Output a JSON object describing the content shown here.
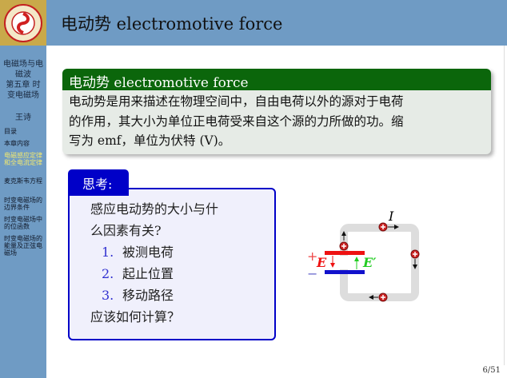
{
  "logo": {
    "text": "辽宁工程技术大学 L.N TECHNICAL UNIVERSITY"
  },
  "header": {
    "title": "电动势 electromotive force"
  },
  "sidebar": {
    "course": "电磁场与电磁波",
    "chapter": "第五章 时变电磁场",
    "author": "王诗",
    "items": [
      {
        "label": "目录"
      },
      {
        "label": "本章内容"
      },
      {
        "label": "电磁感应定律和全电流定律",
        "active": true
      },
      {
        "label": "麦克斯韦方程"
      },
      {
        "label": "时变电磁场的边界条件"
      },
      {
        "label": "时变电磁场中的位函数"
      },
      {
        "label": "时变电磁场的能量及正弦电磁场"
      }
    ]
  },
  "definition": {
    "title": "电动势 electromotive force",
    "lines": [
      "电动势是用来描述在物理空间中，自由电荷以外的源对于电荷",
      "的作用，其大小为单位正电荷受来自这个源的力所做的功。缩",
      "写为 emf，单位为伏特 (V)。"
    ]
  },
  "think": {
    "title": "思考:",
    "question_lines": [
      "感应电动势的大小与什",
      "么因素有关?"
    ],
    "items": [
      {
        "num": "1.",
        "text": "被测电荷"
      },
      {
        "num": "2.",
        "text": "起止位置"
      },
      {
        "num": "3.",
        "text": "移动路径"
      }
    ],
    "closing": "应该如何计算？"
  },
  "diagram": {
    "current_label": "I",
    "plus": "+",
    "minus": "−",
    "field_label": "E",
    "field_prime_label": "E′",
    "colors": {
      "positive_plate": "#ee1111",
      "negative_plate": "#1111cc",
      "induced": "#22cc22"
    }
  },
  "footer": {
    "page": "6/51"
  }
}
